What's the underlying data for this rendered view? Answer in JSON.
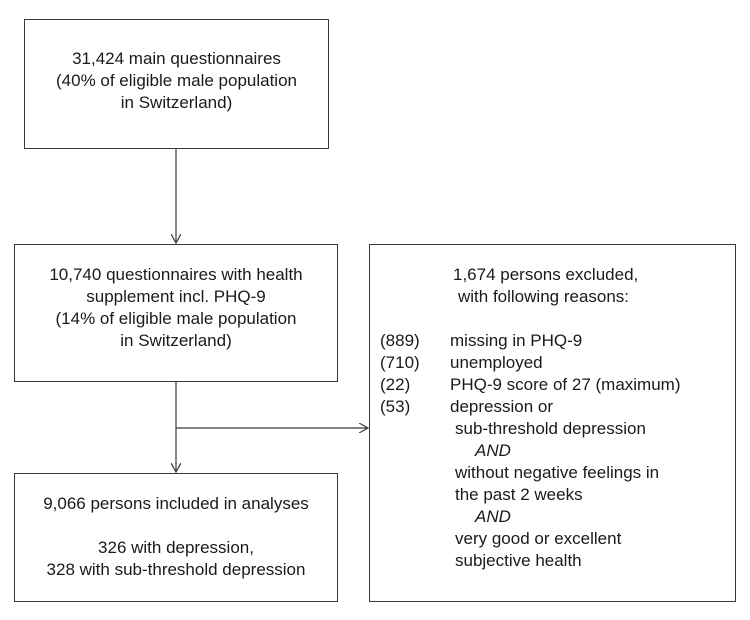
{
  "box1": {
    "lines": [
      "31,424 main questionnaires",
      "(40% of eligible male population",
      "in Switzerland)"
    ]
  },
  "box2": {
    "lines": [
      "10,740 questionnaires with health",
      "supplement incl. PHQ-9",
      "(14% of eligible male population",
      "in Switzerland)"
    ]
  },
  "box3": {
    "line1": "9,066 persons included in analyses",
    "line2": "326 with depression,",
    "line3": "328 with sub-threshold depression"
  },
  "box4": {
    "title1": "1,674 persons excluded,",
    "title2": "with following reasons:",
    "reasons": [
      {
        "count": "(889)",
        "text": "missing in PHQ-9"
      },
      {
        "count": "(710)",
        "text": "unemployed"
      },
      {
        "count": "(22)",
        "text": "PHQ-9 score of 27 (maximum)"
      },
      {
        "count": "(53)",
        "text": "depression or"
      }
    ],
    "continuation": [
      "sub-threshold depression",
      "AND",
      "without negative feelings in",
      "the past 2 weeks",
      "AND",
      "very good or excellent",
      "subjective health"
    ]
  }
}
